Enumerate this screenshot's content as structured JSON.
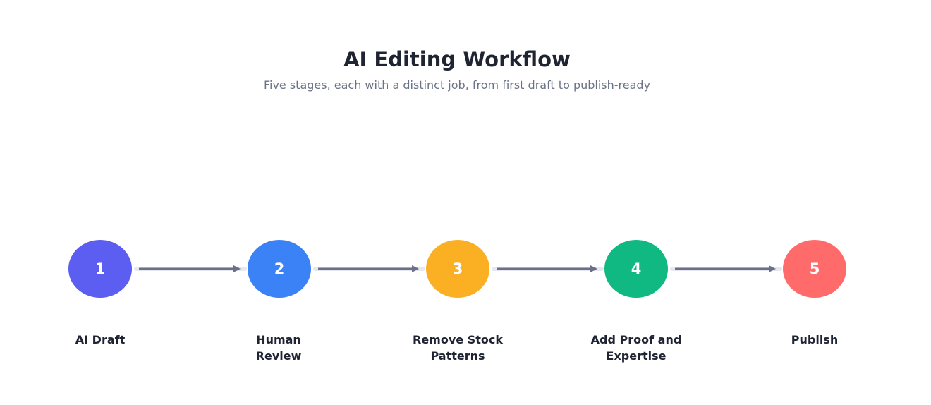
{
  "header": {
    "title": "AI Editing Workflow",
    "subtitle": "Five stages, each with a distinct job, from first draft to publish-ready"
  },
  "steps": [
    {
      "number": "1",
      "label": "AI Draft",
      "color": "#5b5ef0"
    },
    {
      "number": "2",
      "label": "Human Review",
      "color": "#3b82f6"
    },
    {
      "number": "3",
      "label": "Remove Stock Patterns",
      "color": "#fbb024"
    },
    {
      "number": "4",
      "label": "Add Proof and Expertise",
      "color": "#10b981"
    },
    {
      "number": "5",
      "label": "Publish",
      "color": "#ff6b6b"
    }
  ],
  "connector_color": "#6b7088"
}
